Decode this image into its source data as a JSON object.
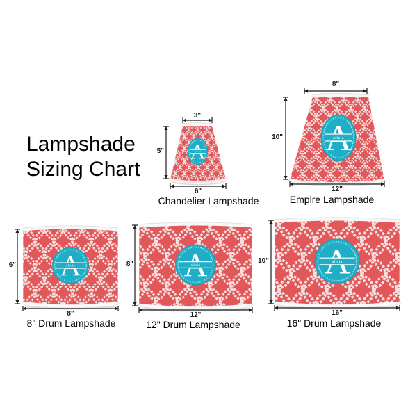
{
  "title": {
    "line1": "Lampshade",
    "line2": "Sizing Chart"
  },
  "monogram": {
    "letter": "A",
    "name": "alicia"
  },
  "colors": {
    "shade_red": "#e2575a",
    "rope_white": "#f1e0de",
    "badge_teal": "#20aec7",
    "badge_ring": "rgba(255,255,255,0.55)",
    "dim_line": "#1c1c1c",
    "rim_white": "#f7f7f7"
  },
  "shades": [
    {
      "id": "chandelier",
      "type": "cone",
      "label": "Chandelier Lampshade",
      "top_diameter": "3\"",
      "height": "5\"",
      "bottom_diameter": "6\""
    },
    {
      "id": "empire",
      "type": "cone",
      "label": "Empire Lampshade",
      "top_diameter": "8\"",
      "height": "10\"",
      "bottom_diameter": "12\""
    },
    {
      "id": "drum8",
      "type": "drum",
      "label": "8\" Drum Lampshade",
      "height": "6\"",
      "diameter": "8\""
    },
    {
      "id": "drum12",
      "type": "drum",
      "label": "12\" Drum Lampshade",
      "height": "8\"",
      "diameter": "12\""
    },
    {
      "id": "drum16",
      "type": "drum",
      "label": "16\" Drum Lampshade",
      "height": "10\"",
      "diameter": "16\""
    }
  ]
}
